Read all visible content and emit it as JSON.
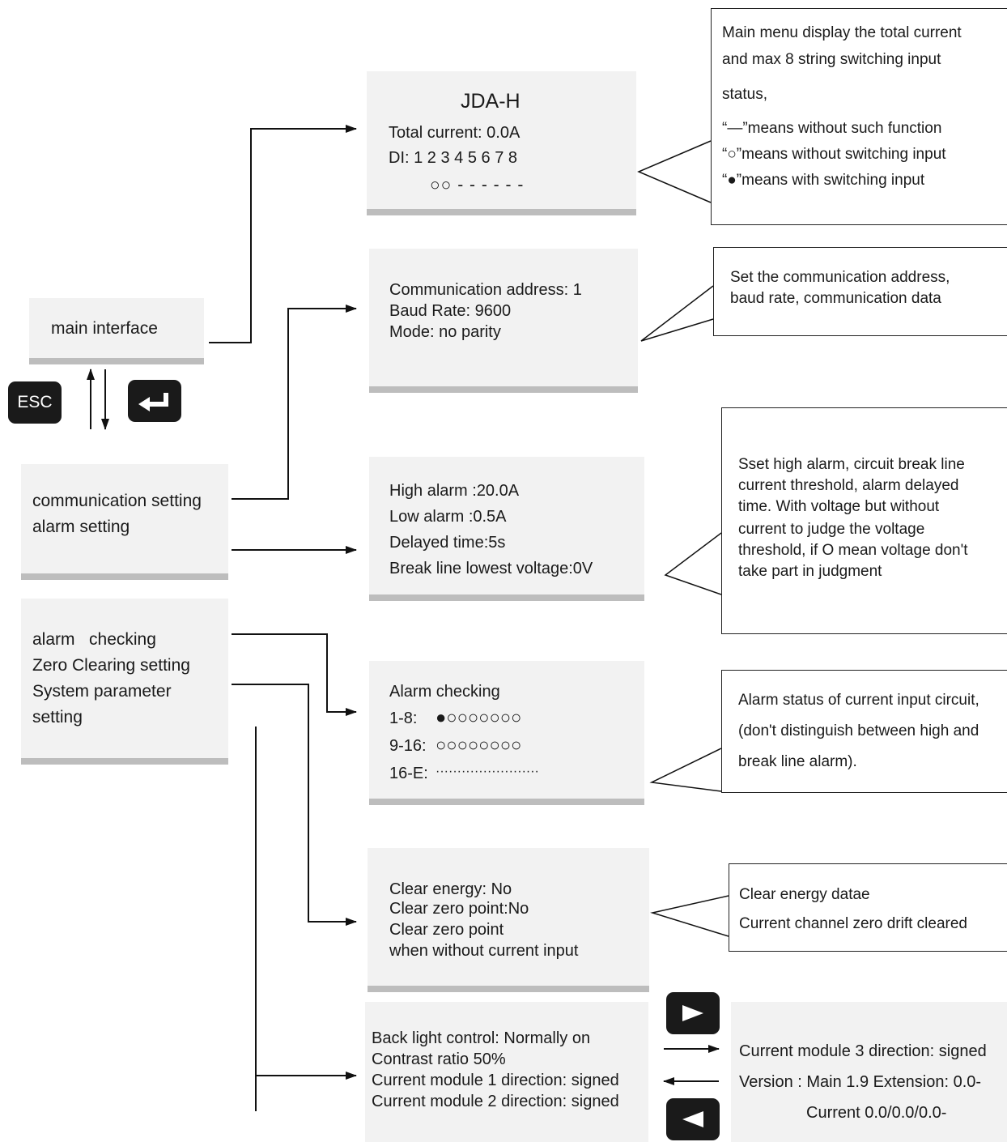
{
  "main_interface": {
    "label": "main interface"
  },
  "keys": {
    "esc": "ESC",
    "enter_icon": "enter-arrow-icon",
    "right_icon": "right-triangle-icon",
    "left_icon": "left-triangle-icon"
  },
  "menu_group_1": {
    "line1": "communication setting",
    "line2": "alarm setting"
  },
  "menu_group_2": {
    "line1": "alarm   checking",
    "line2": "Zero Clearing setting",
    "line3": "System parameter",
    "line4": "setting"
  },
  "screen_main": {
    "title": "JDA-H",
    "total_current": "Total current: 0.0A",
    "di_label": "DI: 1 2 3 4 5 6 7 8",
    "di_status": "○○ - - - - - -"
  },
  "screen_comm": {
    "line1": "Communication address: 1",
    "line2": "Baud Rate: 9600",
    "line3": "Mode: no parity"
  },
  "screen_alarm": {
    "line1": "High alarm :20.0A",
    "line2": "Low alarm :0.5A",
    "line3": "Delayed time:5s",
    "line4": "Break line lowest voltage:0V"
  },
  "screen_check": {
    "title": "Alarm checking",
    "row1_label": "1-8:",
    "row1_value": "●○○○○○○○",
    "row2_label": "9-16:",
    "row2_value": "○○○○○○○○",
    "row3_label": "16-E:",
    "row3_value": "························"
  },
  "screen_clear": {
    "line1": "Clear energy: No",
    "line2": "Clear zero point:No",
    "line3": "Clear zero point",
    "line4": "when without current input"
  },
  "screen_system": {
    "line1": "Back light control: Normally on",
    "line2": "Contrast ratio 50%",
    "line3": "Current module 1 direction: signed",
    "line4": "Current module 2 direction: signed"
  },
  "screen_system2": {
    "line1": "Current module 3 direction: signed",
    "line2": "Version : Main 1.9 Extension: 0.0-",
    "line3": "Current 0.0/0.0/0.0-"
  },
  "note_main": {
    "line1": "Main menu display the total current",
    "line2": "and max 8 string switching input",
    "line3": "status,",
    "line4": "“—”means without such function",
    "line5": "“○”means without switching input",
    "line6": "“●”means with switching input"
  },
  "note_comm": {
    "line1": "Set the communication address,",
    "line2": "baud rate, communication data"
  },
  "note_alarm": {
    "line1": "Sset high alarm, circuit break line",
    "line2": "current threshold, alarm delayed",
    "line3": "time. With voltage but without",
    "line4": "current to judge the voltage",
    "line5": "threshold, if O mean voltage don't",
    "line6": "take part in judgment"
  },
  "note_check": {
    "line1": "Alarm status of current input circuit,",
    "line2": "(don't distinguish between high and",
    "line3": "break line alarm)."
  },
  "note_clear": {
    "line1": "Clear energy datae",
    "line2": "Current channel zero drift cleared"
  }
}
